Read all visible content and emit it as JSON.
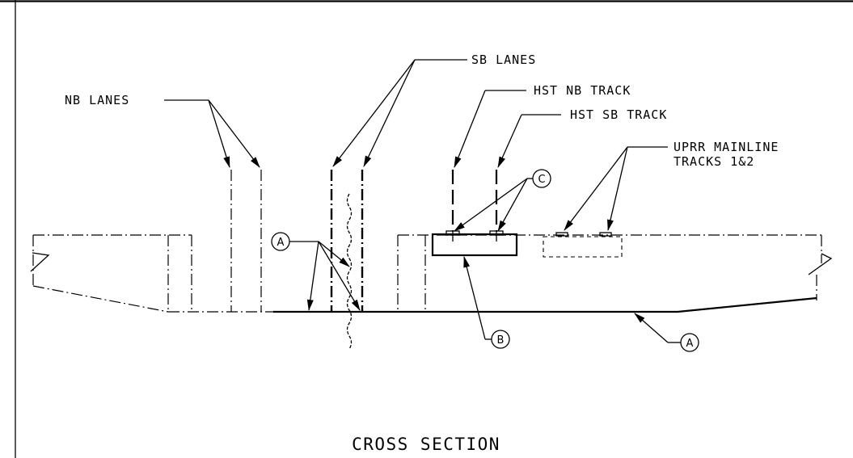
{
  "title": "CROSS SECTION",
  "labels": {
    "nb_lanes": "NB LANES",
    "sb_lanes": "SB LANES",
    "hst_nb_track": "HST NB TRACK",
    "hst_sb_track": "HST SB TRACK",
    "uprr_line1": "UPRR MAINLINE",
    "uprr_line2": "TRACKS 1&2"
  },
  "callouts": {
    "a": "A",
    "b": "B",
    "c": "C"
  }
}
